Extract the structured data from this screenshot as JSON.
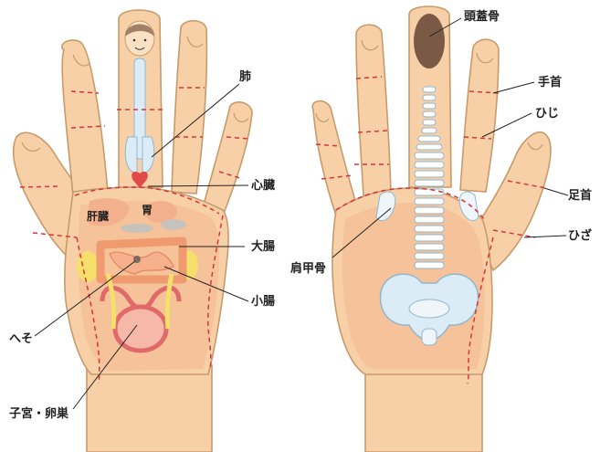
{
  "diagram": {
    "left_hand": {
      "labels": {
        "lung": "肺",
        "heart": "心臓",
        "liver": "肝臓",
        "stomach": "胃",
        "large_intestine": "大腸",
        "small_intestine": "小腸",
        "navel": "へそ",
        "uterus_ovary": "子宮・卵巣"
      }
    },
    "right_hand": {
      "labels": {
        "skull": "頭蓋骨",
        "wrist": "手首",
        "elbow": "ひじ",
        "ankle": "足首",
        "knee": "ひざ",
        "scapula": "肩甲骨"
      }
    },
    "colors": {
      "skin": "#f8d0a8",
      "outline": "#c79a6a",
      "zone_line": "#d8343a",
      "organ_red": "#e24a4a",
      "organ_orange": "#f09a70",
      "organ_yellow": "#f4e06a",
      "bone_light_blue": "#dcecf7"
    }
  }
}
